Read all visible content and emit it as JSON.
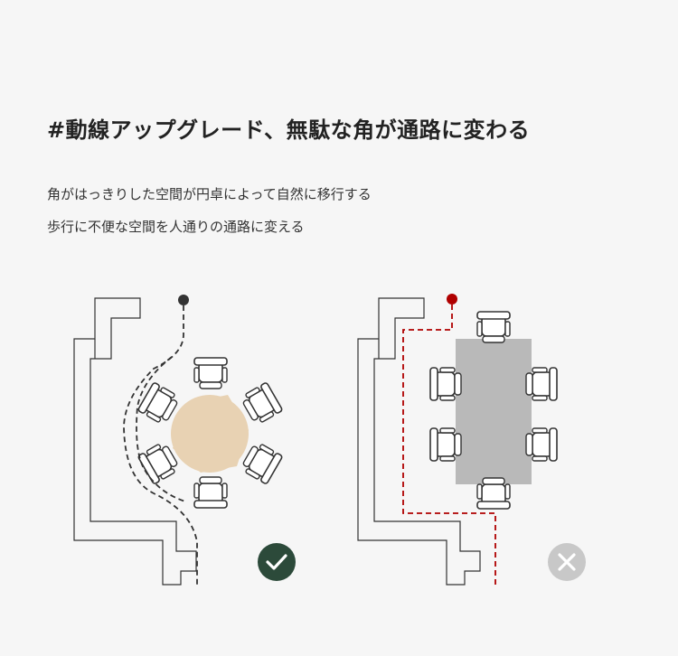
{
  "header": {
    "title": "#動線アップグレード、無駄な角が通路に変わる"
  },
  "description": {
    "line1": "角がはっきりした空間が円卓によって自然に移行する",
    "line2": "歩行に不便な空間を人通りの通路に変える"
  },
  "panels": {
    "left": {
      "table_shape": "round-table",
      "verdict_icon": "check-icon",
      "verdict_color": "#2c4a3a",
      "table_color": "#e8d2b3",
      "path_color": "#333333"
    },
    "right": {
      "table_shape": "rectangular-table",
      "verdict_icon": "cross-icon",
      "verdict_color": "#c8c8c8",
      "table_color": "#b9b9b9",
      "path_color": "#b00000"
    }
  }
}
